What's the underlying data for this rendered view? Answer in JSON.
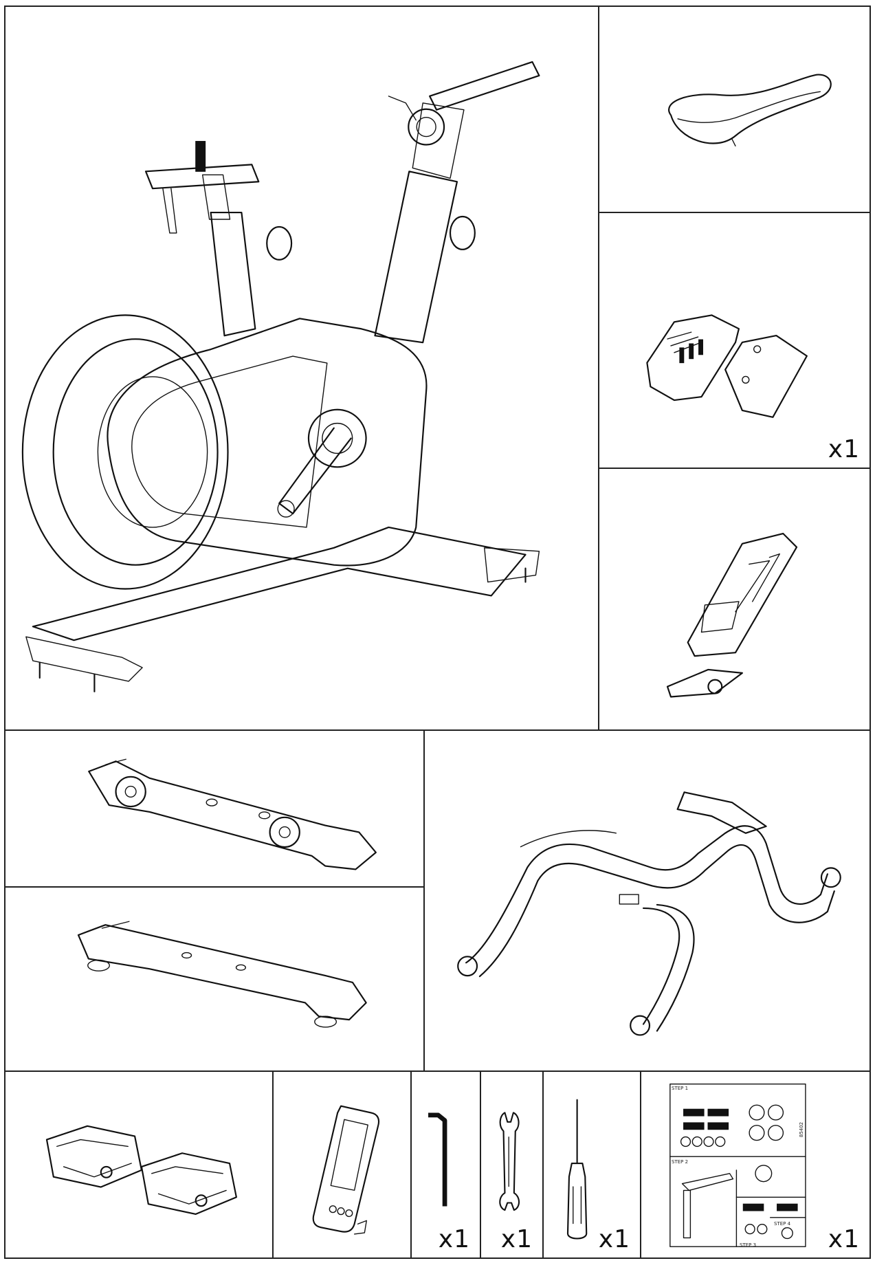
{
  "quantities": {
    "pedal_cover": "x1",
    "allen_key": "x1",
    "wrench": "x1",
    "screwdriver": "x1",
    "hardware_sheet": "x1"
  },
  "hardware_sheet": {
    "step1": "STEP 1",
    "step2": "STEP 2",
    "step3": "STEP 3",
    "step4": "STEP 4",
    "code": "85402"
  },
  "icons": [
    "bike-frame-icon",
    "saddle-icon",
    "pedal-cover-icon",
    "seat-slider-icon",
    "front-stabilizer-icon",
    "rear-stabilizer-icon",
    "handlebar-icon",
    "pedals-icon",
    "console-icon",
    "allen-key-icon",
    "wrench-icon",
    "screwdriver-icon",
    "hardware-sheet-icon"
  ]
}
